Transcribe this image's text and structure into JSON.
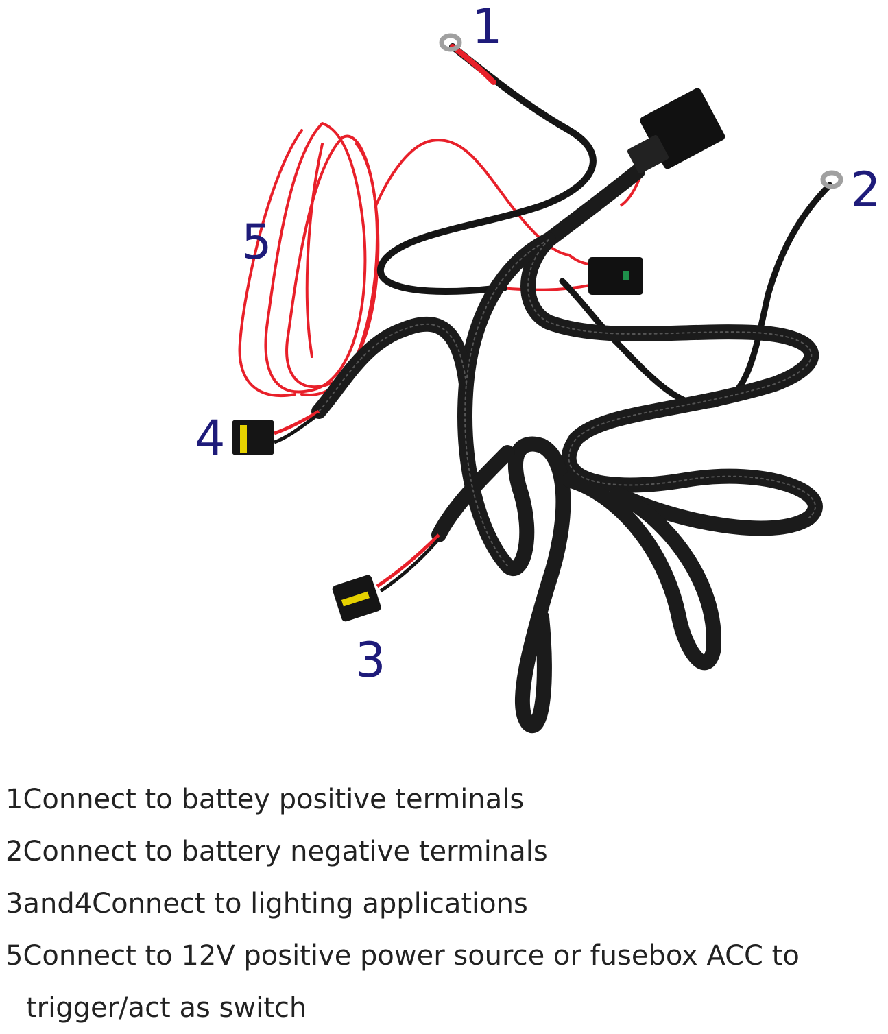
{
  "colors": {
    "callout": "#1e1b7a",
    "red_wire": "#e8202a",
    "black_wire": "#151515",
    "connector_yellow": "#e5d100"
  },
  "callouts": {
    "c1": "1",
    "c2": "2",
    "c3": "3",
    "c4": "4",
    "c5": "5"
  },
  "notes": [
    "1Connect to battey positive terminals",
    "2Connect to battery negative terminals",
    "3and4Connect to lighting applications",
    "5Connect to 12V positive power source or fusebox ACC to"
  ],
  "notes_continuation": "trigger/act as switch"
}
